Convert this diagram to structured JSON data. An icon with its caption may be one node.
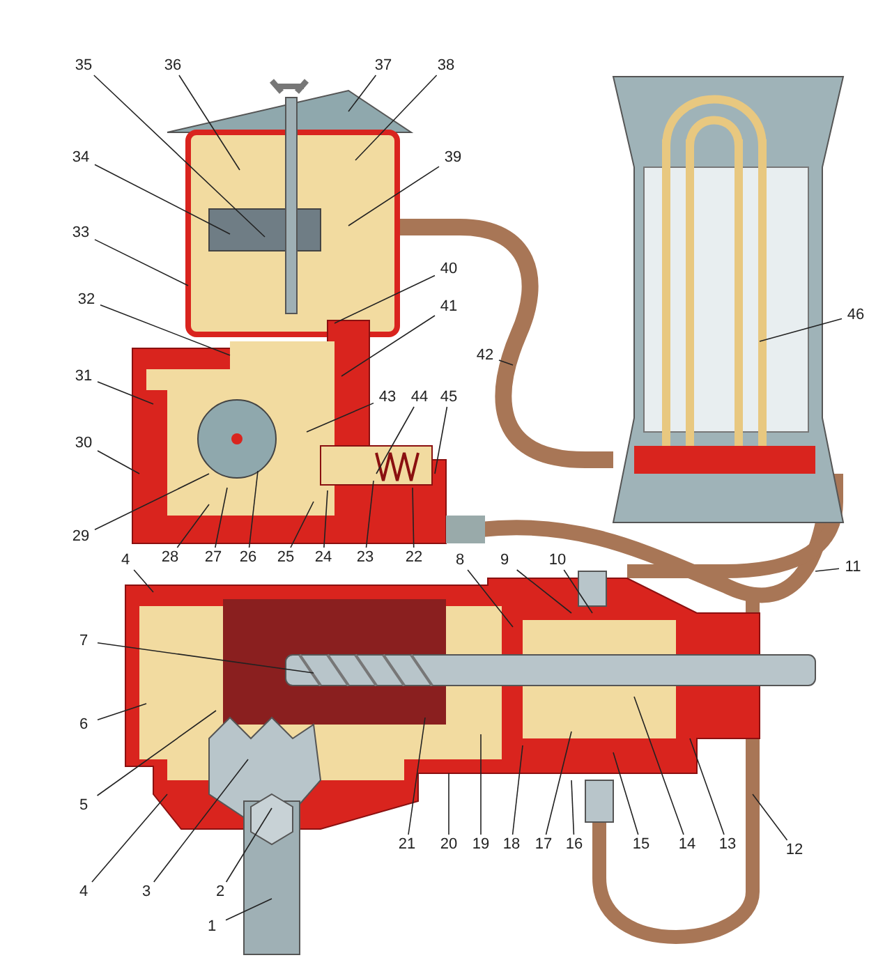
{
  "diagram": {
    "nodes": [
      {
        "text": [
          "35"
        ]
      },
      {
        "text": [
          "36"
        ]
      },
      {
        "text": [
          "37"
        ]
      },
      {
        "text": [
          "38"
        ]
      },
      {
        "text": [
          "34"
        ]
      },
      {
        "text": [
          "39"
        ]
      },
      {
        "text": [
          "33"
        ]
      },
      {
        "text": [
          "40"
        ]
      },
      {
        "text": [
          "32"
        ]
      },
      {
        "text": [
          "41"
        ]
      },
      {
        "text": [
          "31"
        ]
      },
      {
        "text": [
          "42"
        ]
      },
      {
        "text": [
          "46"
        ]
      },
      {
        "text": [
          "43"
        ]
      },
      {
        "text": [
          "44"
        ]
      },
      {
        "text": [
          "45"
        ]
      },
      {
        "text": [
          "30"
        ]
      },
      {
        "text": [
          "29"
        ]
      },
      {
        "text": [
          "28"
        ]
      },
      {
        "text": [
          "27"
        ]
      },
      {
        "text": [
          "26"
        ]
      },
      {
        "text": [
          "25"
        ]
      },
      {
        "text": [
          "24"
        ]
      },
      {
        "text": [
          "23"
        ]
      },
      {
        "text": [
          "22"
        ]
      },
      {
        "text": [
          "4"
        ]
      },
      {
        "text": [
          "8"
        ]
      },
      {
        "text": [
          "9"
        ]
      },
      {
        "text": [
          "10"
        ]
      },
      {
        "text": [
          "11"
        ]
      },
      {
        "text": [
          "7"
        ]
      },
      {
        "text": [
          "6"
        ]
      },
      {
        "text": [
          "5"
        ]
      },
      {
        "text": [
          "21"
        ]
      },
      {
        "text": [
          "20"
        ]
      },
      {
        "text": [
          "19"
        ]
      },
      {
        "text": [
          "18"
        ]
      },
      {
        "text": [
          "17"
        ]
      },
      {
        "text": [
          "16"
        ]
      },
      {
        "text": [
          "15"
        ]
      },
      {
        "text": [
          "14"
        ]
      },
      {
        "text": [
          "13"
        ]
      },
      {
        "text": [
          "12"
        ]
      },
      {
        "text": [
          "4"
        ]
      },
      {
        "text": [
          "3"
        ]
      },
      {
        "text": [
          "2"
        ]
      },
      {
        "text": [
          "1"
        ]
      }
    ],
    "edges": [
      {
        "from": 0,
        "to": null,
        "arrow": "none"
      },
      {
        "from": 1,
        "to": null,
        "arrow": "none"
      },
      {
        "from": 2,
        "to": null,
        "arrow": "none"
      },
      {
        "from": 3,
        "to": null,
        "arrow": "none"
      },
      {
        "from": 4,
        "to": null,
        "arrow": "none"
      },
      {
        "from": 5,
        "to": null,
        "arrow": "none"
      },
      {
        "from": 6,
        "to": null,
        "arrow": "none"
      },
      {
        "from": 7,
        "to": null,
        "arrow": "none"
      },
      {
        "from": 8,
        "to": null,
        "arrow": "none"
      },
      {
        "from": 9,
        "to": null,
        "arrow": "none"
      },
      {
        "from": 10,
        "to": null,
        "arrow": "none"
      },
      {
        "from": 11,
        "to": null,
        "arrow": "none"
      },
      {
        "from": 12,
        "to": null,
        "arrow": "none"
      },
      {
        "from": 13,
        "to": null,
        "arrow": "none"
      },
      {
        "from": 14,
        "to": null,
        "arrow": "none"
      },
      {
        "from": 15,
        "to": null,
        "arrow": "none"
      },
      {
        "from": 16,
        "to": null,
        "arrow": "none"
      },
      {
        "from": 17,
        "to": null,
        "arrow": "none"
      },
      {
        "from": 18,
        "to": null,
        "arrow": "none"
      },
      {
        "from": 19,
        "to": null,
        "arrow": "none"
      },
      {
        "from": 20,
        "to": null,
        "arrow": "none"
      },
      {
        "from": 21,
        "to": null,
        "arrow": "none"
      },
      {
        "from": 22,
        "to": null,
        "arrow": "none"
      },
      {
        "from": 23,
        "to": null,
        "arrow": "none"
      },
      {
        "from": 24,
        "to": null,
        "arrow": "none"
      },
      {
        "from": 25,
        "to": null,
        "arrow": "none"
      },
      {
        "from": 26,
        "to": null,
        "arrow": "none"
      },
      {
        "from": 27,
        "to": null,
        "arrow": "none"
      },
      {
        "from": 28,
        "to": null,
        "arrow": "none"
      },
      {
        "from": 29,
        "to": null,
        "arrow": "none"
      },
      {
        "from": 30,
        "to": null,
        "arrow": "none"
      },
      {
        "from": 31,
        "to": null,
        "arrow": "none"
      },
      {
        "from": 32,
        "to": null,
        "arrow": "none"
      },
      {
        "from": 33,
        "to": null,
        "arrow": "none"
      },
      {
        "from": 34,
        "to": null,
        "arrow": "none"
      },
      {
        "from": 35,
        "to": null,
        "arrow": "none"
      },
      {
        "from": 36,
        "to": null,
        "arrow": "none"
      },
      {
        "from": 37,
        "to": null,
        "arrow": "none"
      },
      {
        "from": 38,
        "to": null,
        "arrow": "none"
      },
      {
        "from": 39,
        "to": null,
        "arrow": "none"
      },
      {
        "from": 40,
        "to": null,
        "arrow": "none"
      },
      {
        "from": 41,
        "to": null,
        "arrow": "none"
      },
      {
        "from": 42,
        "to": null,
        "arrow": "none"
      },
      {
        "from": 43,
        "to": null,
        "arrow": "none"
      },
      {
        "from": 44,
        "to": null,
        "arrow": "none"
      },
      {
        "from": 45,
        "to": null,
        "arrow": "none"
      },
      {
        "from": 46,
        "to": null,
        "arrow": "none"
      }
    ]
  }
}
